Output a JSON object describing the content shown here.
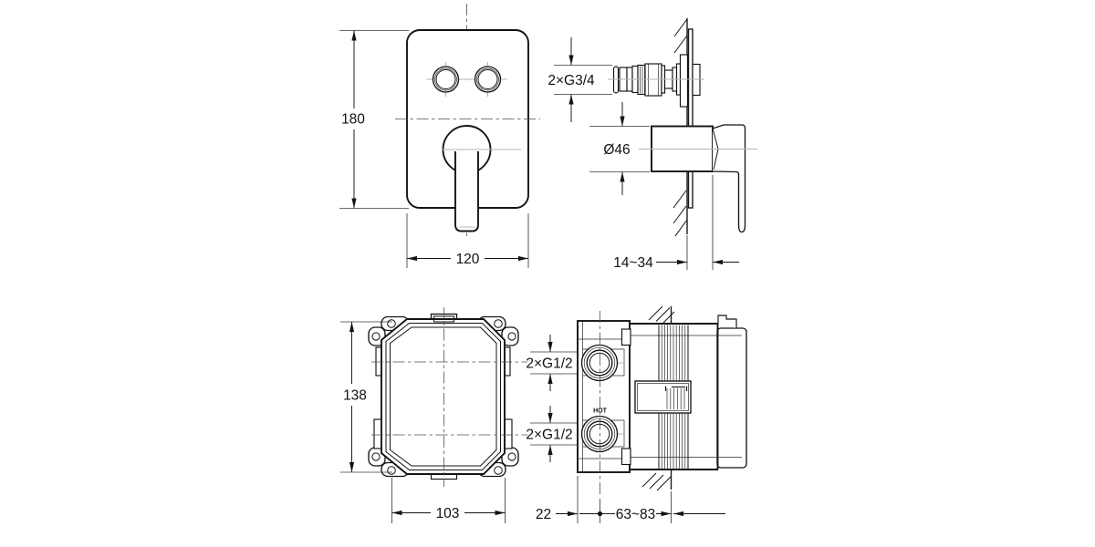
{
  "views": {
    "trim_front": {
      "height": "180",
      "width": "120"
    },
    "trim_side": {
      "outlet_thread": "2×G3/4",
      "handle_diameter": "Ø46",
      "depth_range": "14~34"
    },
    "box_front": {
      "height": "138",
      "width": "103"
    },
    "box_side": {
      "inlet_thread_top": "2×G1/2",
      "inlet_thread_bottom": "2×G1/2",
      "hot_marking": "HOT",
      "center_offset": "22",
      "install_depth_range": "63~83"
    }
  },
  "colors": {
    "line": "#141414",
    "centerline": "#4f4f4f",
    "crosshair": "#b3b3b3",
    "background": "#ffffff"
  }
}
